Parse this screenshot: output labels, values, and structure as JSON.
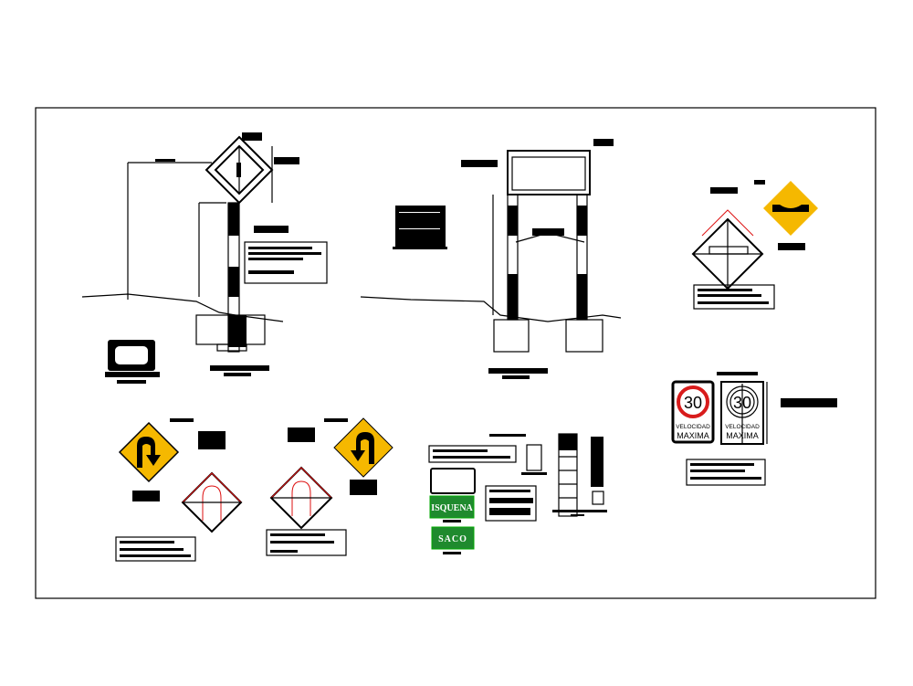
{
  "colors": {
    "warning_yellow": "#f5b800",
    "sign_green": "#1f8a2e",
    "speed_red": "#d81c1c",
    "line": "#000000",
    "detail_red": "#dd1111"
  },
  "signs": {
    "place_sign_1": "ISQUENA",
    "place_sign_2": "SACO",
    "speed_limit": {
      "value": "30",
      "line1": "VELOCIDAD",
      "line2": "MAXIMA"
    },
    "speed_limit_outline": {
      "value": "30",
      "line1": "VELOCIDAD",
      "line2": "MAXIMA"
    }
  }
}
